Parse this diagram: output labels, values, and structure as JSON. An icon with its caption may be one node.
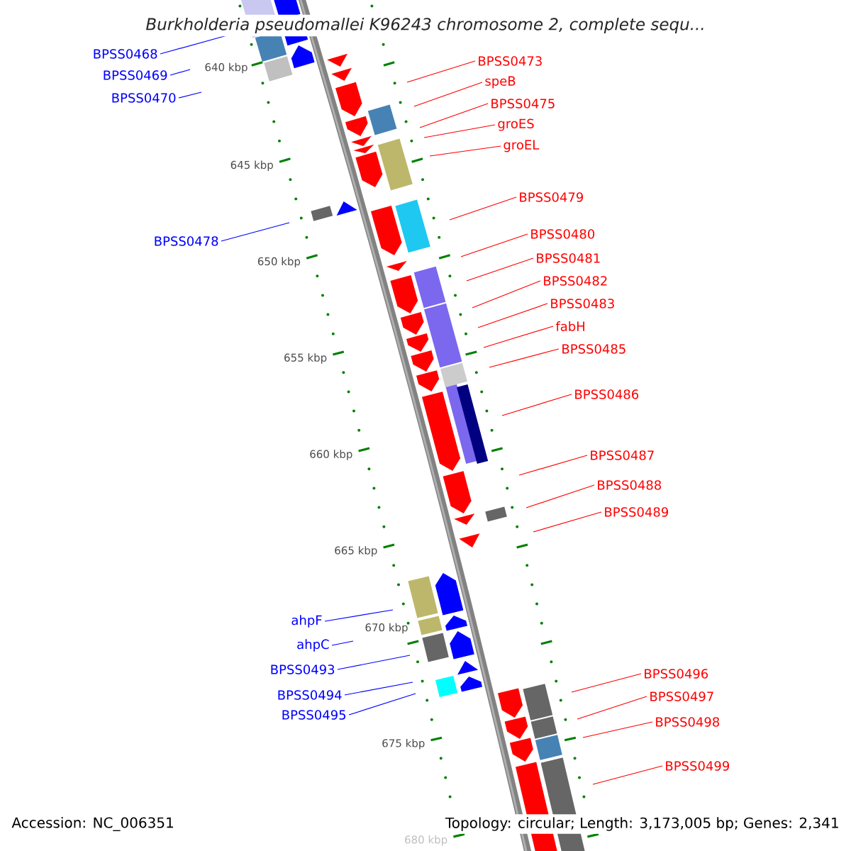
{
  "diagram": {
    "title": "Burkholderia pseudomallei K96243 chromosome 2, complete sequ...",
    "nodes": [
      {
        "text": [
          "BPSS0468"
        ]
      },
      {
        "text": [
          "BPSS0473"
        ]
      },
      {
        "text": [
          "BPSS0469"
        ]
      },
      {
        "text": [
          "speB"
        ]
      },
      {
        "text": [
          "BPSS0470"
        ]
      },
      {
        "text": [
          "BPSS0475"
        ]
      },
      {
        "text": [
          "groES"
        ]
      },
      {
        "text": [
          "groEL"
        ]
      },
      {
        "text": [
          "BPSS0479"
        ]
      },
      {
        "text": [
          "BPSS0480"
        ]
      },
      {
        "text": [
          "BPSS0478"
        ]
      },
      {
        "text": [
          "BPSS0481"
        ]
      },
      {
        "text": [
          "BPSS0482"
        ]
      },
      {
        "text": [
          "BPSS0483"
        ]
      },
      {
        "text": [
          "fabH"
        ]
      },
      {
        "text": [
          "BPSS0485"
        ]
      },
      {
        "text": [
          "BPSS0486"
        ]
      },
      {
        "text": [
          "BPSS0487"
        ]
      },
      {
        "text": [
          "BPSS0488"
        ]
      },
      {
        "text": [
          "BPSS0489"
        ]
      },
      {
        "text": [
          "ahpF"
        ]
      },
      {
        "text": [
          "ahpC"
        ]
      },
      {
        "text": [
          "BPSS0493"
        ]
      },
      {
        "text": [
          "BPSS0496"
        ]
      },
      {
        "text": [
          "BPSS0494"
        ]
      },
      {
        "text": [
          "BPSS0497"
        ]
      },
      {
        "text": [
          "BPSS0495"
        ]
      },
      {
        "text": [
          "BPSS0498"
        ]
      },
      {
        "text": [
          "BPSS0499"
        ]
      }
    ],
    "edges": [
      {
        "from": 0,
        "to": null,
        "arrow": "none",
        "color": "#0000ff"
      },
      {
        "from": 1,
        "to": null,
        "arrow": "none"
      },
      {
        "from": 2,
        "to": null,
        "arrow": "none",
        "color": "#0000ff"
      },
      {
        "from": 3,
        "to": null,
        "arrow": "none"
      },
      {
        "from": 4,
        "to": null,
        "arrow": "none",
        "color": "#0000ff"
      },
      {
        "from": 5,
        "to": null,
        "arrow": "none"
      },
      {
        "from": 6,
        "to": null,
        "arrow": "none"
      },
      {
        "from": 7,
        "to": null,
        "arrow": "none"
      },
      {
        "from": 8,
        "to": null,
        "arrow": "none"
      },
      {
        "from": 9,
        "to": null,
        "arrow": "none"
      },
      {
        "from": 10,
        "to": null,
        "arrow": "none",
        "color": "#0000ff"
      },
      {
        "from": 11,
        "to": null,
        "arrow": "none"
      },
      {
        "from": 12,
        "to": null,
        "arrow": "none"
      },
      {
        "from": 13,
        "to": null,
        "arrow": "none"
      },
      {
        "from": 14,
        "to": null,
        "arrow": "none"
      },
      {
        "from": 15,
        "to": null,
        "arrow": "none"
      },
      {
        "from": 16,
        "to": null,
        "arrow": "none"
      },
      {
        "from": 17,
        "to": null,
        "arrow": "none"
      },
      {
        "from": 18,
        "to": null,
        "arrow": "none"
      },
      {
        "from": 19,
        "to": null,
        "arrow": "none"
      },
      {
        "from": 20,
        "to": null,
        "arrow": "none",
        "color": "#0000ff"
      },
      {
        "from": 21,
        "to": null,
        "arrow": "none",
        "color": "#0000ff"
      },
      {
        "from": 22,
        "to": null,
        "arrow": "none",
        "color": "#0000ff"
      },
      {
        "from": 23,
        "to": null,
        "arrow": "none"
      },
      {
        "from": 24,
        "to": null,
        "arrow": "none",
        "color": "#0000ff"
      },
      {
        "from": 25,
        "to": null,
        "arrow": "none"
      },
      {
        "from": 26,
        "to": null,
        "arrow": "none",
        "color": "#0000ff"
      },
      {
        "from": 27,
        "to": null,
        "arrow": "none"
      },
      {
        "from": 28,
        "to": null,
        "arrow": "none"
      }
    ],
    "labels": [
      "640 kbp",
      "645 kbp",
      "650 kbp",
      "655 kbp",
      "660 kbp",
      "665 kbp",
      "670 kbp",
      "675 kbp",
      "680 kbp",
      "Accession: NC_006351",
      "Topology: circular; Length: 3,173,005 bp; Genes: 2,341"
    ]
  }
}
